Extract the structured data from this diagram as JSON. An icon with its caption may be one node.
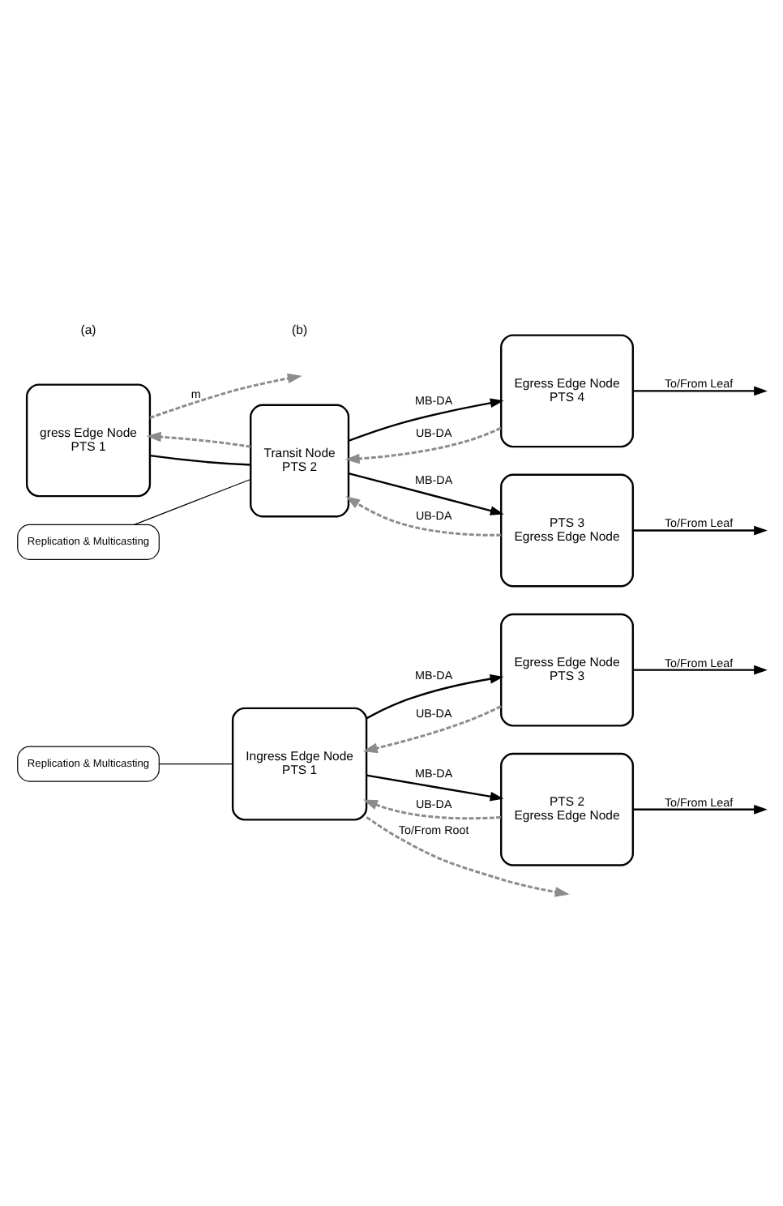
{
  "diagram": {
    "nodes": [
      {
        "text": [
          "Ingress Edge Node",
          "PTS 1"
        ]
      },
      {
        "text": [
          "Egress Edge Node",
          "PTS 3"
        ]
      },
      {
        "text": [
          "PTS 2",
          "Egress Edge Node"
        ]
      },
      {
        "text": [
          "Replication & Multicasting"
        ]
      },
      {
        "text": [
          "gress Edge Node",
          "PTS 1"
        ]
      },
      {
        "text": [
          "Transit Node",
          "PTS 2"
        ]
      },
      {
        "text": [
          "Egress Edge Node",
          "PTS 4"
        ]
      },
      {
        "text": [
          "PTS 3",
          "Egress Edge Node"
        ]
      },
      {
        "text": [
          "Replication & Multicasting"
        ]
      }
    ],
    "edges": [
      {
        "from": 0,
        "to": 1,
        "arrow": "to",
        "label": "MB-DA"
      },
      {
        "from": 1,
        "to": 0,
        "arrow": "to",
        "label": "UB-DA",
        "style": "dashed",
        "color": "#8c8c8c"
      },
      {
        "from": 0,
        "to": 2,
        "arrow": "to",
        "label": "MB-DA"
      },
      {
        "from": 2,
        "to": 0,
        "arrow": "to",
        "label": "UB-DA",
        "style": "dashed",
        "color": "#8c8c8c"
      },
      {
        "from": 1,
        "to": null,
        "arrow": "to",
        "label": "To/From Leaf"
      },
      {
        "from": 2,
        "to": null,
        "arrow": "to",
        "label": "To/From Leaf"
      },
      {
        "from": 0,
        "to": null,
        "arrow": "to",
        "label": "To/From Root",
        "style": "dashed",
        "color": "#8c8c8c"
      },
      {
        "from": 3,
        "to": 0,
        "arrow": "none"
      },
      {
        "from": 4,
        "to": 5,
        "arrow": "none"
      },
      {
        "from": 5,
        "to": 4,
        "arrow": "to",
        "style": "dashed",
        "color": "#8c8c8c"
      },
      {
        "from": 5,
        "to": 6,
        "arrow": "to",
        "label": "MB-DA"
      },
      {
        "from": 6,
        "to": 5,
        "arrow": "to",
        "label": "UB-DA",
        "style": "dashed",
        "color": "#8c8c8c"
      },
      {
        "from": 5,
        "to": 7,
        "arrow": "to",
        "label": "MB-DA"
      },
      {
        "from": 7,
        "to": 5,
        "arrow": "to",
        "label": "UB-DA",
        "style": "dashed",
        "color": "#8c8c8c"
      },
      {
        "from": 6,
        "to": null,
        "arrow": "to",
        "label": "To/From Leaf"
      },
      {
        "from": 7,
        "to": null,
        "arrow": "to",
        "label": "To/From Leaf"
      },
      {
        "from": 4,
        "to": null,
        "arrow": "to",
        "label": "m",
        "style": "dashed",
        "color": "#8c8c8c"
      },
      {
        "from": 8,
        "to": 5,
        "arrow": "none"
      }
    ],
    "labels": [
      "(a)",
      "(b)"
    ]
  }
}
